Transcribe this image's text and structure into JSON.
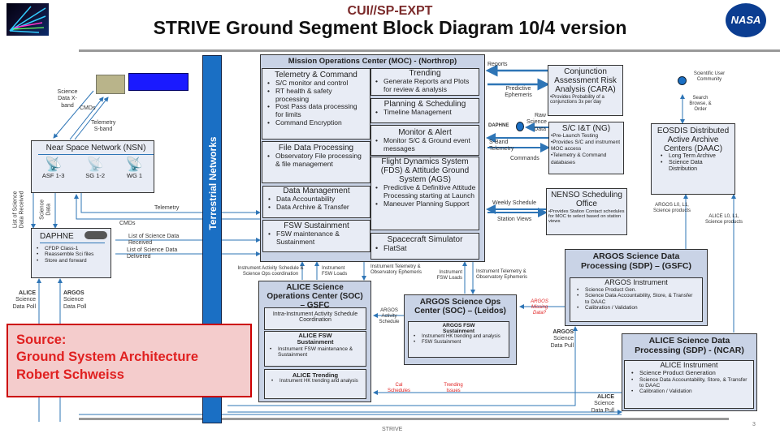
{
  "header": {
    "classification": "CUI//SP-EXPT",
    "title": "STRIVE Ground Segment Block Diagram 10/4 version",
    "nasa_logo_text": "NASA"
  },
  "colors": {
    "network_bar": "#1a6fc4",
    "box_fill": "#e8ecf5",
    "outer_fill": "#c9d3e6",
    "arrow": "#2e75b6",
    "alert": "#e02020",
    "classification": "#7b2b2b",
    "source_fill": "#f4cccc"
  },
  "terrestrial": "Terrestrial Networks",
  "sat_links": {
    "sci": "Science Data X-band",
    "cmds": "CMDs",
    "tlm": "Telemetry S-band"
  },
  "nsn": {
    "title": "Near Space Network (NSN)",
    "stations": [
      "ASF 1-3",
      "SG 1-2",
      "WG 1"
    ]
  },
  "daphne": {
    "title": "DAPHNE",
    "items": [
      "CFDP Class-1",
      "Reassemble Sci files",
      "Store and forward"
    ]
  },
  "left_labels": {
    "list_received": "List of Science Data Received",
    "science_data": "Science Data",
    "telemetry": "Telemetry",
    "cmds": "CMDs",
    "list_sci_received": "List of Science Data Received",
    "list_sci_delivered": "List of Science Data Delivered",
    "alice_poll_b": "ALICE",
    "alice_poll": "Science Data Poll",
    "argos_poll_b": "ARGOS",
    "argos_poll": "Science Data Poll"
  },
  "moc": {
    "title": "Mission Operations Center (MOC) - (Northrop)",
    "tc": {
      "title": "Telemetry & Command",
      "items": [
        "S/C monitor and control",
        "RT health & safety processing",
        "Post Pass data processing for limits",
        "Command Encryption"
      ]
    },
    "fdp": {
      "title": "File Data Processing",
      "items": [
        "Observatory File processing & file management"
      ]
    },
    "dm": {
      "title": "Data Management",
      "items": [
        "Data Accountability",
        "Data Archive & Transfer"
      ]
    },
    "fsw": {
      "title": "FSW Sustainment",
      "items": [
        "FSW maintenance & Sustainment"
      ]
    },
    "trend": {
      "title": "Trending",
      "items": [
        "Generate Reports and Plots  for review & analysis"
      ]
    },
    "plan": {
      "title": "Planning & Scheduling",
      "items": [
        "Timeline Management"
      ]
    },
    "mon": {
      "title": "Monitor & Alert",
      "items": [
        "Monitor S/C & Ground event messages"
      ]
    },
    "fds": {
      "title": "Flight Dynamics System (FDS) & Attitude Ground System (AGS)",
      "items": [
        "Predictive & Definitive Attitude Processing starting at Launch",
        "Maneuver Planning Support"
      ]
    },
    "sim": {
      "title": "Spacecraft Simulator",
      "items": [
        "FlatSat"
      ]
    }
  },
  "cara": {
    "title": "Conjunction Assessment Risk Analysis (CARA)",
    "desc": "•Provides Probability of a conjunctions 3x per day"
  },
  "sct": {
    "title": "S/C I&T (NG)",
    "items": [
      "•Pre-Launch Testing",
      "•Provides S/C and instrument MOC access",
      "•Telemetry & Command databases"
    ]
  },
  "nenso": {
    "title": "NENSO Scheduling Office",
    "desc": "•Provides Station Contact schedules for MOC to select based on station views"
  },
  "eosdis": {
    "title": "EOSDIS Distributed Active Archive Centers (DAAC)",
    "items": [
      "Long Term Archive",
      "Science Data Distribution"
    ]
  },
  "right_labels": {
    "reports": "Reports",
    "pred_eph": "Predictive Ephemeris",
    "raw_sci": "Raw Science Data",
    "daphne": "DAPHNE",
    "sband": "S-Band Telemetry",
    "commands": "Commands",
    "weekly": "Weekly Schedule",
    "station_views": "Station Views",
    "sci_user": "Scientific User Community",
    "search": "Search Browse, & Order",
    "argos_l0": "ARGOS L0, L1, Science products",
    "alice_l0": "ALICE L0, L1, Science products"
  },
  "mid_labels": {
    "inst_act": "Instrument  Activity Schedule & Science Ops coordination",
    "inst_fsw": "Instrument FSW Loads",
    "inst_tlm": "Instrument Telemetry & Observatory Ephemeris",
    "inst_fsw2": "Instrument FSW Loads",
    "inst_tlm2": "Instrument Telemetry & Observatory Ephemeris",
    "argos_act": "ARGOS Activity Schedule",
    "argos_missing": "ARGOS Missing Data?",
    "argos_pull_b": "ARGOS",
    "argos_pull": "Science Data Pull",
    "alice_pull_b": "ALICE",
    "alice_pull": "Science Data Pull",
    "cal": "Cal Schedules",
    "trend_issues": "Trending Issues"
  },
  "alice_soc": {
    "title": "ALICE Science Operations Center (SOC) – GSFC",
    "intra": "Intra-Instrument Activity Schedule Coordination",
    "fsw_title": "ALICE FSW Sustainment",
    "fsw_items": [
      "Instrument FSW maintenance & Sustainment"
    ],
    "trend_title": "ALICE Trending",
    "trend_items": [
      "Instrument HK trending and analysis"
    ]
  },
  "argos_soc": {
    "title": "ARGOS Science Ops Center (SOC) – (Leidos)",
    "fsw_title": "ARGOS FSW Sustainment",
    "fsw_items": [
      "Instrument HK trending and analysis",
      "FSW Sustainment"
    ]
  },
  "argos_sdp": {
    "title": "ARGOS Science Data Processing (SDP) – (GSFC)",
    "inst": "ARGOS Instrument",
    "items": [
      "Science Product Gen.",
      "Science Data Accountability, Store, & Transfer to DAAC",
      "Calibration / Validation"
    ]
  },
  "alice_sdp": {
    "title": "ALICE Science Data Processing (SDP) - (NCAR)",
    "inst": "ALICE Instrument",
    "items": [
      "Science Product Generation",
      "Science Data Accountability, Store, & Transfer to DAAC",
      "Calibration / Validation"
    ]
  },
  "source": {
    "lines": [
      "Source:",
      "Ground System Architecture",
      "Robert Schweiss"
    ]
  },
  "footer": {
    "text": "STRIVE",
    "page": "3"
  }
}
